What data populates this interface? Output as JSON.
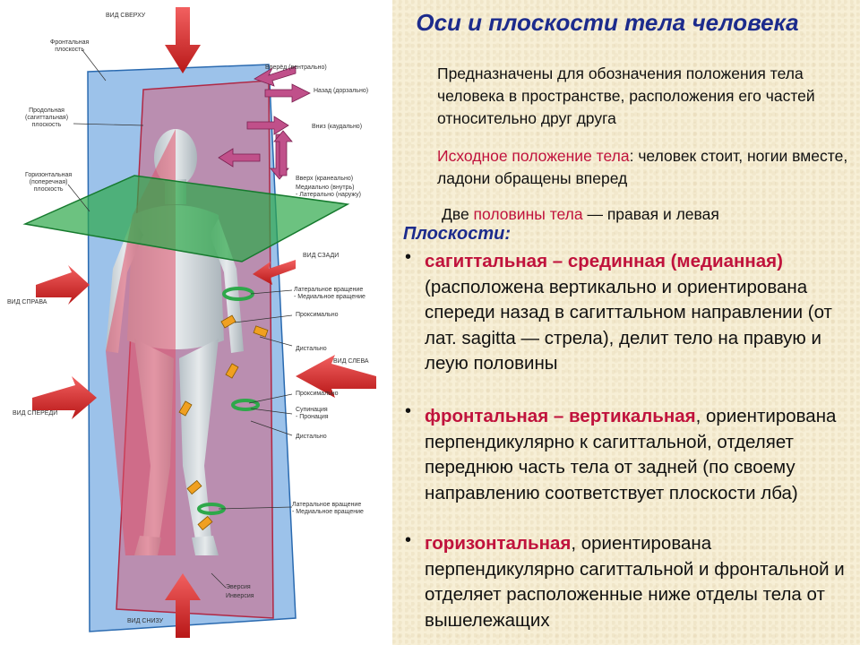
{
  "title": "Оси и  плоскости тела человека",
  "intro": "Предназначены для обозначения положения тела человека в пространстве, расположения его частей относительно друг друга",
  "initial_position": {
    "term": "Исходное положение тела",
    "rest": ": человек стоит, ногии вместе, ладони обращены вперед"
  },
  "halves": {
    "prefix": "Две ",
    "term": "половины тела",
    "rest": " — правая и левая"
  },
  "planes_heading": "Плоскости:",
  "bullet_symbol": "•",
  "planes": [
    {
      "term": "сагиттальная – срединная (медианная)",
      "rest": " (расположена вертикально и ориентирована спереди назад в сагиттальном направлении (от лат. sagitta — стрела), делит тело на правую и леую половины"
    },
    {
      "term": "фронтальная – вертикальная",
      "rest": ", ориентирована перпендикулярно к сагиттальной, отделяет переднюю часть тела от задней (по своему направлению соответствует плоскости лба)"
    },
    {
      "term": "горизонтальная",
      "rest": ", ориентирована перпендикулярно сагиттальной и фронтальной и отделяет расположенные ниже отделы тела от вышележащих"
    }
  ],
  "figure_labels": {
    "view_top": "ВИД СВЕРХУ",
    "frontal_plane": "Фронтальная\nплоскость",
    "sagittal_plane": "Продольная\n(сагиттальная)\nплоскость",
    "horizontal_plane": "Горизонтальная\n(поперечная)\nплоскость",
    "forward": "Вперёд (вентрально)",
    "back": "Назад (дорзально)",
    "down": "Вниз (каудально)",
    "up": "Вверх (кранеально)",
    "medial": "Медиально (внутрь)\n- Латерально (наружу)",
    "view_back": "ВИД СЗАДИ",
    "view_right": "ВИД СПРАВА",
    "view_left": "ВИД СЛЕВА",
    "view_front": "ВИД СПЕРЕДИ",
    "view_bottom": "ВИД СНИЗУ",
    "rotation": "Латеральное вращение\n- Медиальное вращение",
    "proximal1": "Проксимально",
    "distal1": "Дистально",
    "proximal2": "Проксимально",
    "supination": "Супинация\n- Пронация",
    "distal2": "Дистально",
    "rotation2": "Латеральное вращение\n- Медиальное вращение",
    "eversion": "Эверсия",
    "inversion": "Инверсия"
  },
  "colors": {
    "title": "#1c2b8c",
    "accent_red": "#c0123c",
    "frontal_plane": "#4a90d9",
    "sagittal_plane": "#e0506a",
    "horizontal_plane": "#2ea84a"
  }
}
